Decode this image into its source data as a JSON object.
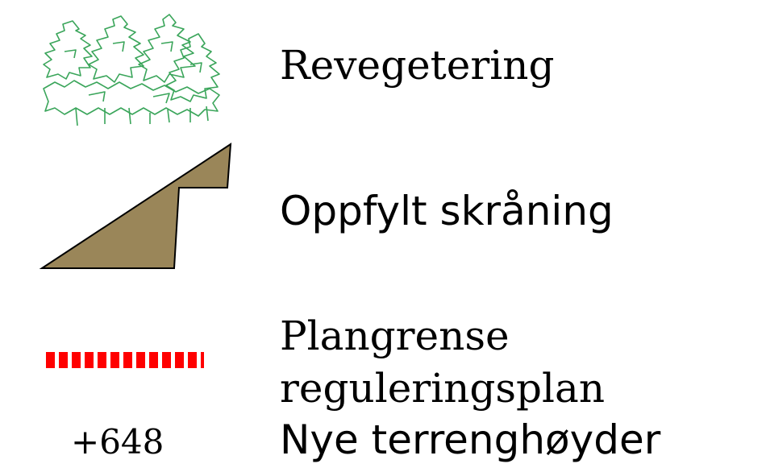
{
  "legend": {
    "revegetation": {
      "label": "Revegetering",
      "icon": "trees-icon",
      "color": "#3aa55a"
    },
    "fill_slope": {
      "label": "Oppfylt skråning",
      "icon": "fill-slope-icon",
      "fill": "#9a8659",
      "stroke": "#000000"
    },
    "plan_boundary": {
      "label_line1": "Plangrense",
      "label_line2": "reguleringsplan",
      "icon": "dashed-boundary-icon",
      "color": "#ff0000"
    },
    "terrain_heights": {
      "marker": "+648",
      "label": "Nye terrenghøyder"
    }
  }
}
